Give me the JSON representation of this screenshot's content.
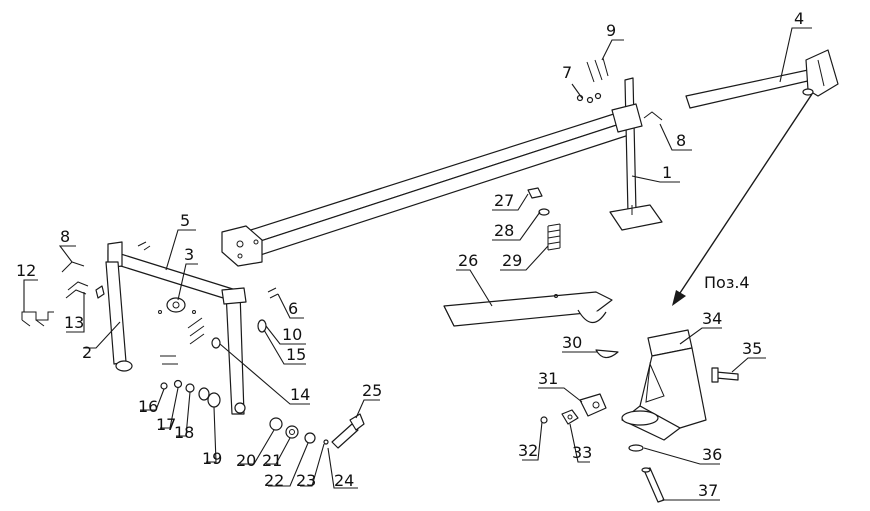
{
  "diagram": {
    "view_label": "Поз.4",
    "callouts": [
      {
        "id": "c1",
        "text": "1"
      },
      {
        "id": "c2",
        "text": "2"
      },
      {
        "id": "c3",
        "text": "3"
      },
      {
        "id": "c4",
        "text": "4"
      },
      {
        "id": "c5",
        "text": "5"
      },
      {
        "id": "c6",
        "text": "6"
      },
      {
        "id": "c7",
        "text": "7"
      },
      {
        "id": "c8a",
        "text": "8"
      },
      {
        "id": "c8b",
        "text": "8"
      },
      {
        "id": "c9",
        "text": "9"
      },
      {
        "id": "c10",
        "text": "10"
      },
      {
        "id": "c12",
        "text": "12"
      },
      {
        "id": "c13",
        "text": "13"
      },
      {
        "id": "c14",
        "text": "14"
      },
      {
        "id": "c15",
        "text": "15"
      },
      {
        "id": "c16",
        "text": "16"
      },
      {
        "id": "c17",
        "text": "17"
      },
      {
        "id": "c18",
        "text": "18"
      },
      {
        "id": "c19",
        "text": "19"
      },
      {
        "id": "c20",
        "text": "20"
      },
      {
        "id": "c21",
        "text": "21"
      },
      {
        "id": "c22",
        "text": "22"
      },
      {
        "id": "c23",
        "text": "23"
      },
      {
        "id": "c24",
        "text": "24"
      },
      {
        "id": "c25",
        "text": "25"
      },
      {
        "id": "c26",
        "text": "26"
      },
      {
        "id": "c27",
        "text": "27"
      },
      {
        "id": "c28",
        "text": "28"
      },
      {
        "id": "c29",
        "text": "29"
      },
      {
        "id": "c30",
        "text": "30"
      },
      {
        "id": "c31",
        "text": "31"
      },
      {
        "id": "c32",
        "text": "32"
      },
      {
        "id": "c33",
        "text": "33"
      },
      {
        "id": "c34",
        "text": "34"
      },
      {
        "id": "c35",
        "text": "35"
      },
      {
        "id": "c36",
        "text": "36"
      },
      {
        "id": "c37",
        "text": "37"
      }
    ]
  }
}
